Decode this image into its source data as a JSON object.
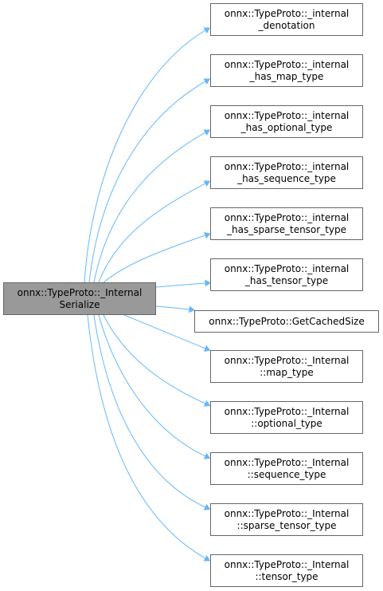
{
  "diagram": {
    "colors": {
      "edge": "#63b8ff",
      "root_fill": "#999999",
      "node_fill": "#ffffff",
      "border": "#666666"
    },
    "root": {
      "line1": "onnx::TypeProto::_Internal",
      "line2": "Serialize"
    },
    "callees": [
      {
        "line1": "onnx::TypeProto::_internal",
        "line2": "_denotation"
      },
      {
        "line1": "onnx::TypeProto::_internal",
        "line2": "_has_map_type"
      },
      {
        "line1": "onnx::TypeProto::_internal",
        "line2": "_has_optional_type"
      },
      {
        "line1": "onnx::TypeProto::_internal",
        "line2": "_has_sequence_type"
      },
      {
        "line1": "onnx::TypeProto::_internal",
        "line2": "_has_sparse_tensor_type"
      },
      {
        "line1": "onnx::TypeProto::_internal",
        "line2": "_has_tensor_type"
      },
      {
        "line1": "onnx::TypeProto::GetCachedSize",
        "line2": ""
      },
      {
        "line1": "onnx::TypeProto::_Internal",
        "line2": "::map_type"
      },
      {
        "line1": "onnx::TypeProto::_Internal",
        "line2": "::optional_type"
      },
      {
        "line1": "onnx::TypeProto::_Internal",
        "line2": "::sequence_type"
      },
      {
        "line1": "onnx::TypeProto::_Internal",
        "line2": "::sparse_tensor_type"
      },
      {
        "line1": "onnx::TypeProto::_Internal",
        "line2": "::tensor_type"
      }
    ]
  }
}
